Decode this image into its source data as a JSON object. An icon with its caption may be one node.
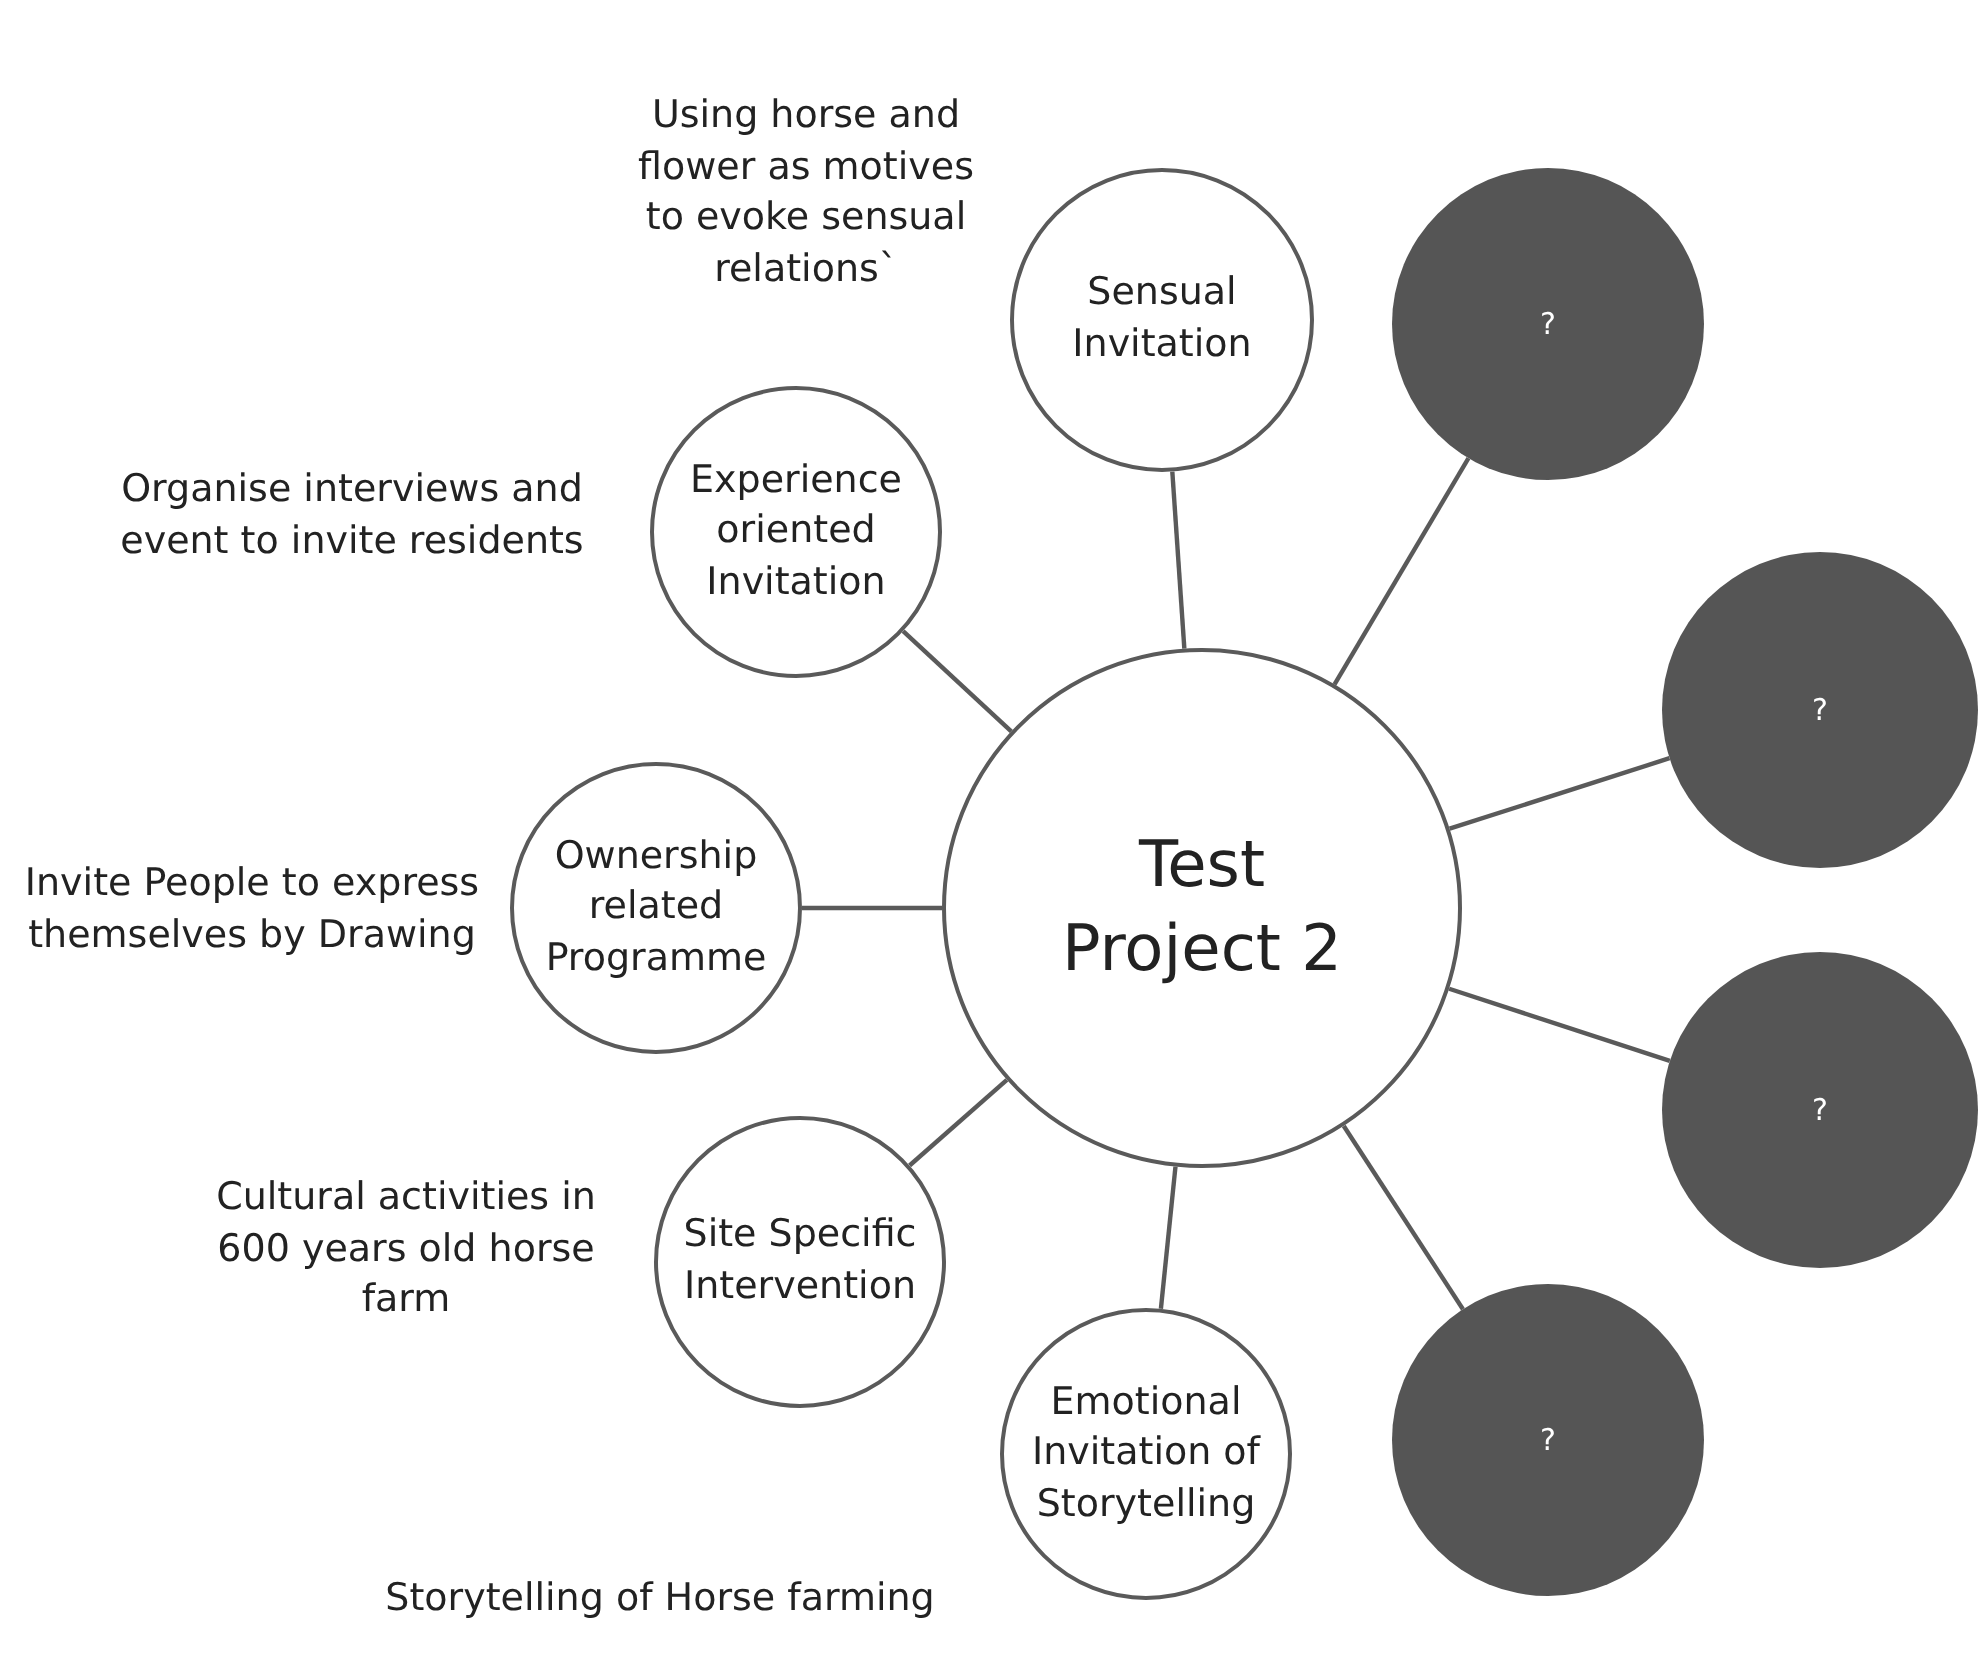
{
  "diagram": {
    "nodes": [
      {
        "text": [
          "Test Project 2"
        ]
      },
      {
        "text": [
          "Sensual Invitation"
        ],
        "beside": [
          "Using horse and flower as motives to evoke sensual relations`"
        ]
      },
      {
        "text": [
          "?"
        ]
      },
      {
        "text": [
          "Experience oriented Invitation"
        ],
        "beside": [
          "Organise interviews and event to invite residents"
        ]
      },
      {
        "text": [
          "?"
        ]
      },
      {
        "text": [
          "Ownership related Programme"
        ],
        "beside": [
          "Invite People to express themselves by Drawing"
        ]
      },
      {
        "text": [
          "?"
        ]
      },
      {
        "text": [
          "Site Specific Intervention"
        ],
        "beside": [
          "Cultural activities in 600 years old horse farm"
        ]
      },
      {
        "text": [
          "?"
        ]
      },
      {
        "text": [
          "Emotional Invitation of Storytelling"
        ],
        "beside": [
          "Storytelling of Horse farming"
        ]
      }
    ],
    "edges": [
      {
        "from": 0,
        "to": 1,
        "arrow": "none"
      },
      {
        "from": 0,
        "to": 2,
        "arrow": "none"
      },
      {
        "from": 0,
        "to": 3,
        "arrow": "none"
      },
      {
        "from": 0,
        "to": 4,
        "arrow": "none"
      },
      {
        "from": 0,
        "to": 5,
        "arrow": "none"
      },
      {
        "from": 0,
        "to": 6,
        "arrow": "none"
      },
      {
        "from": 0,
        "to": 7,
        "arrow": "none"
      },
      {
        "from": 0,
        "to": 8,
        "arrow": "none"
      },
      {
        "from": 0,
        "to": 9,
        "arrow": "none"
      }
    ]
  }
}
